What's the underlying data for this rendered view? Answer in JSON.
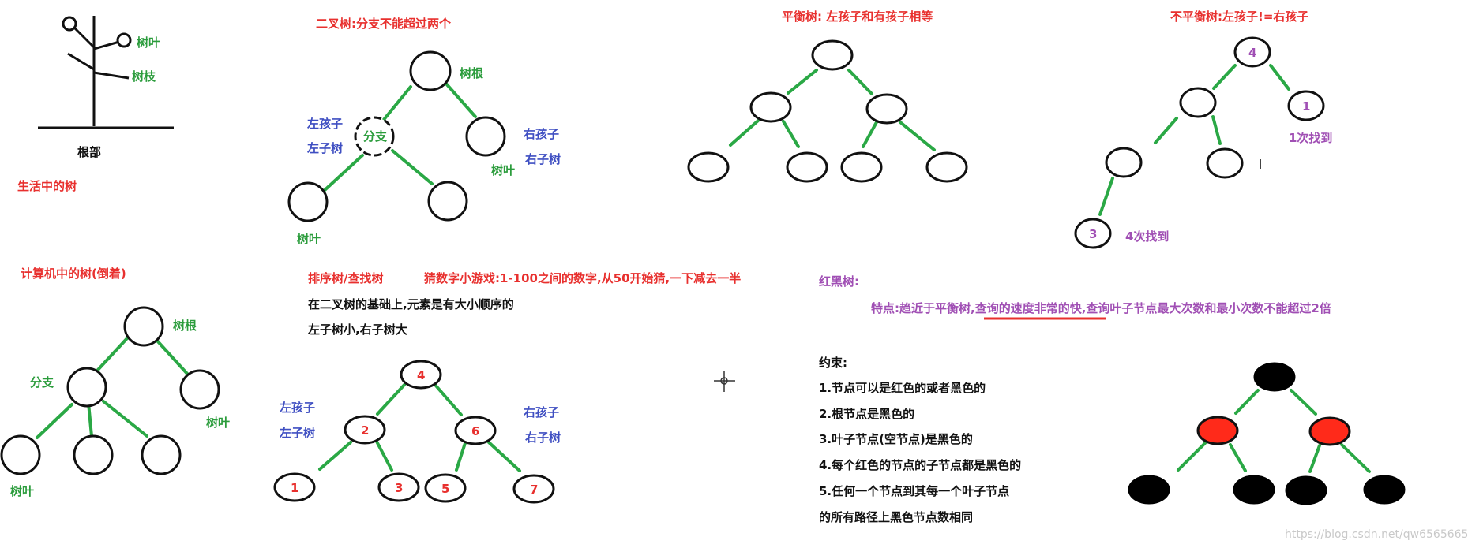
{
  "real_tree": {
    "leaf": "树叶",
    "branch": "树枝",
    "root": "根部",
    "caption": "生活中的树"
  },
  "binary_tree": {
    "title": "二叉树:分支不能超过两个",
    "root_label": "树根",
    "branch_label": "分支",
    "left_child": "左孩子",
    "left_subtree": "左子树",
    "right_child": "右孩子",
    "right_subtree": "右子树",
    "leaf_right": "树叶",
    "leaf_bottom": "树叶"
  },
  "balanced_tree": {
    "title": "平衡树: 左孩子和有孩子相等"
  },
  "unbalanced_tree": {
    "title": "不平衡树:左孩子!=右孩子",
    "node_4": "4",
    "node_1": "1",
    "node_3": "3",
    "found_once": "1次找到",
    "found_four": "4次找到"
  },
  "computer_tree": {
    "caption": "计算机中的树(倒着)",
    "root_label": "树根",
    "branch_label": "分支",
    "leaf_right": "树叶",
    "leaf_bottom": "树叶"
  },
  "sort_tree": {
    "title": "排序树/查找树",
    "game": "猜数字小游戏:1-100之间的数字,从50开始猜,一下减去一半",
    "desc1": "在二叉树的基础上,元素是有大小顺序的",
    "desc2": "左子树小,右子树大",
    "left_child": "左孩子",
    "left_subtree": "左子树",
    "right_child": "右孩子",
    "right_subtree": "右子树",
    "nodes": [
      "4",
      "2",
      "6",
      "1",
      "3",
      "5",
      "7"
    ]
  },
  "rb_tree": {
    "title": "红黑树:",
    "feature_prefix": "特点:趋近于平衡树,",
    "feature_underlined": "查询的速度非常的快",
    "feature_suffix": ",查询叶子节点最大次数和最小次数不能超过2倍",
    "constraints_title": "约束:",
    "rules": [
      "1.节点可以是红色的或者黑色的",
      "2.根节点是黑色的",
      "3.叶子节点(空节点)是黑色的",
      "4.每个红色的节点的子节点都是黑色的",
      "5.任何一个节点到其每一个叶子节点",
      "的所有路径上黑色节点数相同"
    ]
  },
  "watermark": "https://blog.csdn.net/qw6565665",
  "colors": {
    "title_red": "#e8302e",
    "label_green": "#2b9c3c",
    "label_blue": "#3f4fc2",
    "label_purple": "#a04fb4",
    "edge_green": "#2aa845",
    "rb_red_node": "#ff2a1a"
  }
}
